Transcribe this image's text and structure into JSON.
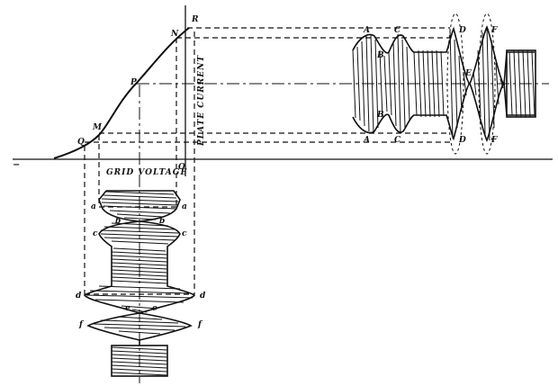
{
  "axes": {
    "x_label": "GRID VOLTAGE",
    "y_label": "PLATE CURRENT",
    "origin_label": "O",
    "negative_sign": "−"
  },
  "curve_points": [
    {
      "id": "Q",
      "label": "Q"
    },
    {
      "id": "M",
      "label": "M"
    },
    {
      "id": "P",
      "label": "P"
    },
    {
      "id": "N",
      "label": "N"
    },
    {
      "id": "R",
      "label": "R"
    }
  ],
  "plate_wave_labels": {
    "top": [
      "A",
      "B",
      "C",
      "D",
      "F"
    ],
    "bottom": [
      "A",
      "B",
      "C",
      "D",
      "F"
    ],
    "middle": "E"
  },
  "grid_wave_labels": {
    "left": [
      "a",
      "b",
      "c",
      "d",
      "e",
      "f"
    ],
    "right": [
      "a",
      "b",
      "c",
      "d",
      "e",
      "f"
    ]
  },
  "colors": {
    "ink": "#111111",
    "paper": "#ffffff"
  }
}
